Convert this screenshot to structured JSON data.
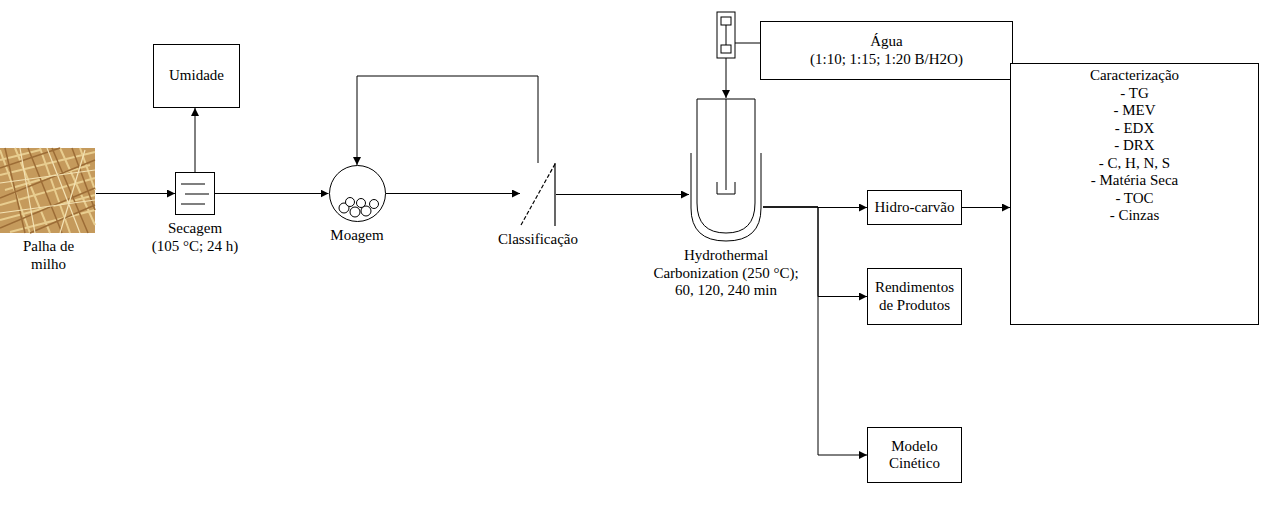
{
  "diagram": {
    "nodes": [
      {
        "text": [
          "Palha de milho"
        ]
      },
      {
        "text": [
          "Umidade"
        ]
      },
      {
        "text": [
          "Secagem",
          "(105 °C; 24 h)"
        ]
      },
      {
        "text": [
          "Moagem"
        ]
      },
      {
        "text": [
          "Classificação"
        ]
      },
      {
        "text": [
          "Água",
          "(1:10; 1:15; 1:20 B/H2O)"
        ]
      },
      {
        "text": [
          "Hydrothermal Carbonization (250 °C);",
          "60, 120, 240 min"
        ]
      },
      {
        "text": [
          "Hidro-carvão"
        ]
      },
      {
        "text": [
          "Rendimentos de Produtos"
        ]
      },
      {
        "text": [
          "Modelo Cinético"
        ]
      },
      {
        "text": [
          "Caracterização",
          "- TG",
          "- MEV",
          "- EDX",
          "- DRX",
          "- C, H, N, S",
          "- Matéria Seca",
          "- TOC",
          "- Cinzas"
        ]
      }
    ],
    "edges": [
      {
        "from": 0,
        "to": 2,
        "arrow": "to"
      },
      {
        "from": 2,
        "to": 1,
        "arrow": "to"
      },
      {
        "from": 2,
        "to": 3,
        "arrow": "to"
      },
      {
        "from": 3,
        "to": 4,
        "arrow": "to"
      },
      {
        "from": 4,
        "to": 3,
        "arrow": "to"
      },
      {
        "from": 4,
        "to": 6,
        "arrow": "to"
      },
      {
        "from": 5,
        "to": 6,
        "arrow": "to"
      },
      {
        "from": 6,
        "to": 7,
        "arrow": "to"
      },
      {
        "from": 6,
        "to": 8,
        "arrow": "to"
      },
      {
        "from": 6,
        "to": 9,
        "arrow": "to"
      },
      {
        "from": 7,
        "to": 10,
        "arrow": "to"
      }
    ]
  }
}
